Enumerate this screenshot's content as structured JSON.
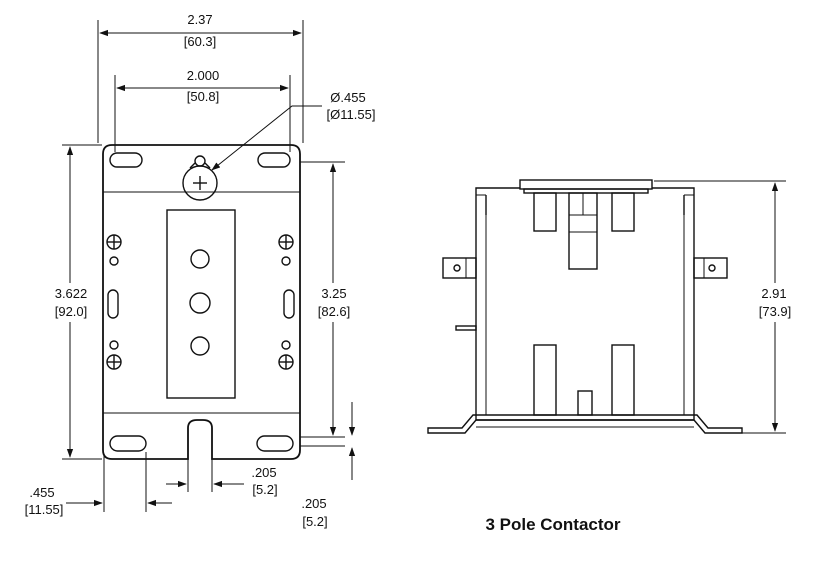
{
  "front_view": {
    "overall_width": {
      "value": "2.37",
      "metric": "[60.3]"
    },
    "mount_spacing": {
      "value": "2.000",
      "metric": "[50.8]"
    },
    "hole_diameter": {
      "value": "Ø.455",
      "metric": "[Ø11.55]"
    },
    "overall_height": {
      "value": "3.622",
      "metric": "[92.0]"
    },
    "mount_height": {
      "value": "3.25",
      "metric": "[82.6]"
    },
    "slot_offset": {
      "value": ".455",
      "metric": "[11.55]"
    },
    "slot_width": {
      "value": ".205",
      "metric": "[5.2]"
    },
    "slot_height": {
      "value": ".205",
      "metric": "[5.2]"
    }
  },
  "side_view": {
    "height": {
      "value": "2.91",
      "metric": "[73.9]"
    }
  },
  "caption": "3 Pole Contactor"
}
